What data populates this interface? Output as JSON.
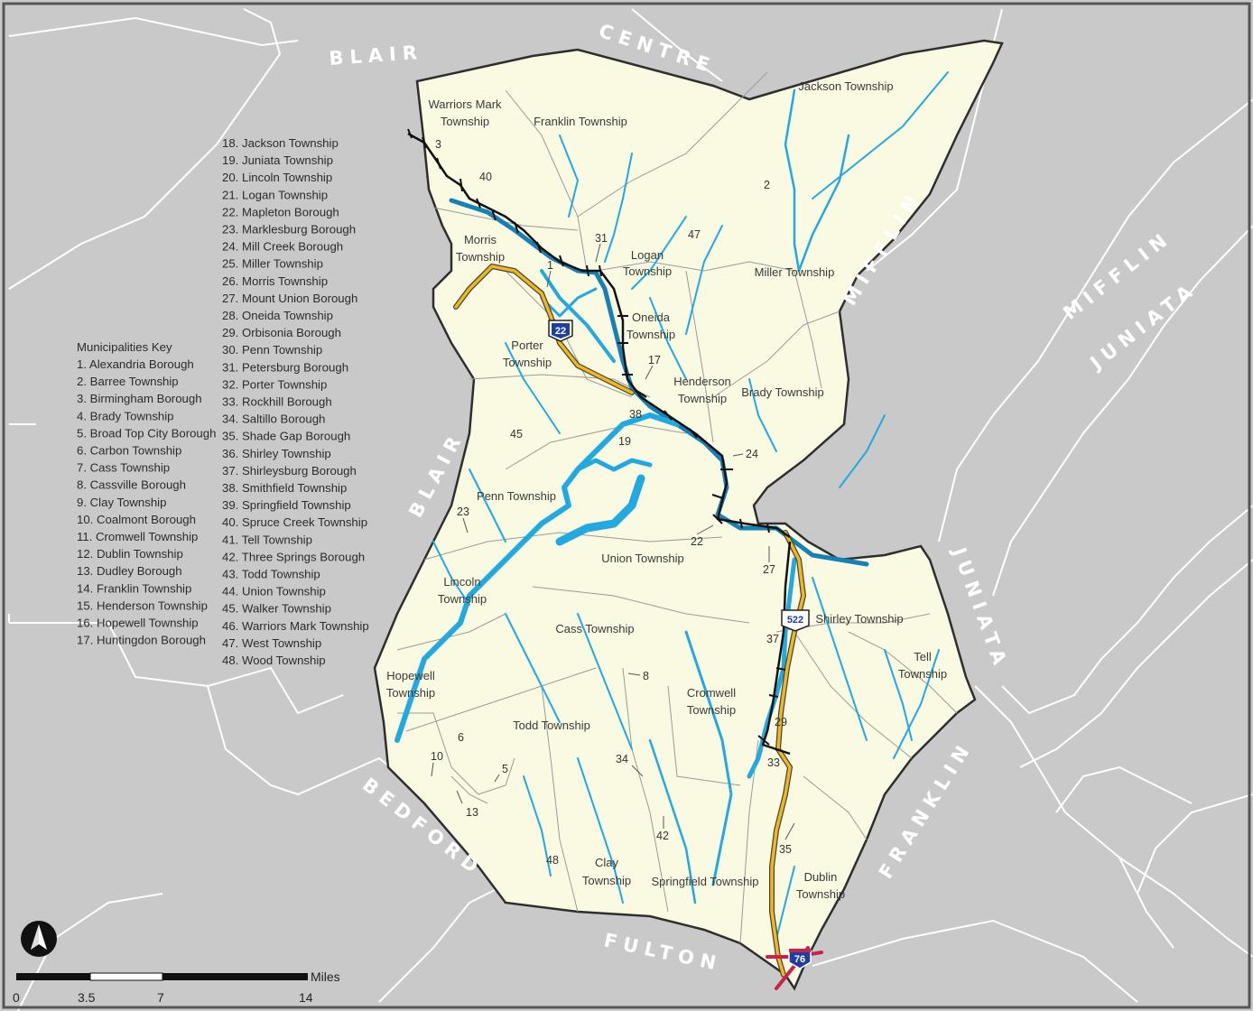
{
  "colors": {
    "background": "#c9c9c9",
    "county_fill": "#fafae3",
    "county_border": "#2e2e2e",
    "neighbor_line": "#ffffff",
    "water": "#22a9e0",
    "water_dark": "#1681b5",
    "road_yellow": "#f2b719",
    "rail": "#111111",
    "interstate": "#1f3f9e",
    "interstate_road": "#c8214a"
  },
  "neighbors": {
    "blair_top": "BLAIR",
    "centre": "CENTRE",
    "mifflin_inner": "MIFFLIN",
    "mifflin_outer": "MIFFLIN",
    "juniata_outer": "JUNIATA",
    "juniata_inner": "JUNIATA",
    "blair_west": "BLAIR",
    "bedford": "BEDFORD",
    "fulton": "FULTON",
    "franklin": "FRANKLIN"
  },
  "labels": {
    "warriors_mark_1": "Warriors Mark",
    "warriors_mark_2": "Township",
    "franklin_twp": "Franklin Township",
    "jackson_twp": "Jackson Township",
    "morris_1": "Morris",
    "morris_2": "Township",
    "logan_1": "Logan",
    "logan_2": "Township",
    "miller_twp": "Miller Township",
    "oneida_1": "Oneida",
    "oneida_2": "Township",
    "porter_1": "Porter",
    "porter_2": "Township",
    "henderson_1": "Henderson",
    "henderson_2": "Township",
    "brady_twp": "Brady Township",
    "penn_twp": "Penn Township",
    "union_twp": "Union Township",
    "lincoln_1": "Lincoln",
    "lincoln_2": "Township",
    "shirley_twp": "Shirley Township",
    "cass_twp": "Cass Township",
    "tell_1": "Tell",
    "tell_2": "Township",
    "hopewell_1": "Hopewell",
    "hopewell_2": "Township",
    "cromwell_1": "Cromwell",
    "cromwell_2": "Township",
    "todd_twp": "Todd Township",
    "clay_1": "Clay",
    "clay_2": "Township",
    "springfield_twp": "Springfield Township",
    "dublin_1": "Dublin",
    "dublin_2": "Township"
  },
  "numbers": {
    "n3": "3",
    "n40": "40",
    "n2": "2",
    "n47": "47",
    "n31": "31",
    "n1": "1",
    "n17": "17",
    "n38": "38",
    "n19": "19",
    "n45": "45",
    "n24": "24",
    "n23": "23",
    "n22": "22",
    "n27": "27",
    "n37": "37",
    "n8": "8",
    "n29": "29",
    "n33": "33",
    "n6": "6",
    "n10": "10",
    "n5": "5",
    "n13": "13",
    "n34": "34",
    "n42": "42",
    "n35": "35",
    "n48": "48"
  },
  "shields": {
    "us22": "22",
    "us522": "522",
    "i76": "76"
  },
  "key": {
    "title": "Municipalities Key",
    "col1": [
      "1. Alexandria Borough",
      "2. Barree Township",
      "3. Birmingham Borough",
      "4. Brady Township",
      "5. Broad Top City Borough",
      "6. Carbon Township",
      "7. Cass Township",
      "8. Cassville Borough",
      "9. Clay Township",
      "10. Coalmont Borough",
      "11. Cromwell Township",
      "12. Dublin Township",
      "13. Dudley Borough",
      "14. Franklin Township",
      "15. Henderson Township",
      "16. Hopewell Township",
      "17. Huntingdon Borough"
    ],
    "col2": [
      "18. Jackson Township",
      "19. Juniata Township",
      "20. Lincoln Township",
      "21. Logan Township",
      "22. Mapleton Borough",
      "23. Marklesburg Borough",
      "24. Mill Creek Borough",
      "25. Miller Township",
      "26. Morris Township",
      "27. Mount Union Borough",
      "28. Oneida Township",
      "29. Orbisonia Borough",
      "30. Penn Township",
      "31. Petersburg Borough",
      "32. Porter Township",
      "33. Rockhill Borough",
      "34. Saltillo Borough",
      "35. Shade Gap Borough",
      "36. Shirley Township",
      "37. Shirleysburg Borough",
      "38. Smithfield Township",
      "39. Springfield Township",
      "40. Spruce Creek Township",
      "41. Tell Township",
      "42. Three Springs Borough",
      "43. Todd Township",
      "44. Union Township",
      "45. Walker Township",
      "46. Warriors Mark Township",
      "47. West Township",
      "48. Wood Township"
    ]
  },
  "scale": {
    "unit": "Miles",
    "ticks": [
      "0",
      "3.5",
      "7",
      "14"
    ]
  },
  "icons": {
    "north_arrow": "north-arrow-icon"
  }
}
